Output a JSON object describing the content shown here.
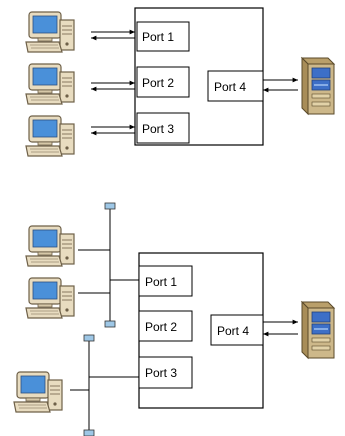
{
  "diagram_top": {
    "ports": [
      {
        "label": "Port 1"
      },
      {
        "label": "Port 2"
      },
      {
        "label": "Port 3"
      },
      {
        "label": "Port 4"
      }
    ]
  },
  "diagram_bottom": {
    "ports": [
      {
        "label": "Port 1"
      },
      {
        "label": "Port 2"
      },
      {
        "label": "Port 3"
      },
      {
        "label": "Port 4"
      }
    ]
  },
  "icons": {
    "client": "desktop-computer-icon",
    "server": "server-tower-icon"
  },
  "colors": {
    "line": "#000000",
    "box_fill": "#ffffff",
    "computer_body": "#e8dcc0",
    "computer_outline": "#6e6048",
    "screen": "#4a90d9",
    "server_body": "#cdb88a",
    "server_panel": "#3d6fc7",
    "tap": "#9ec7e6"
  }
}
